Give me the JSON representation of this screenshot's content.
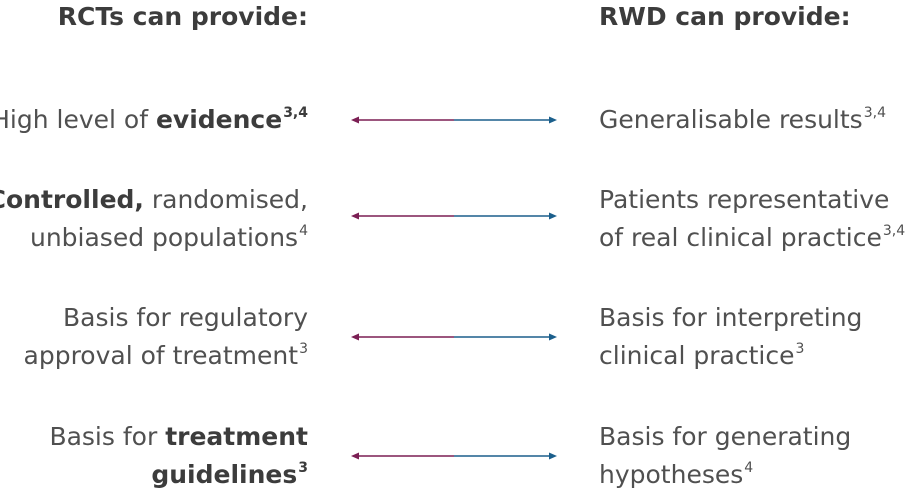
{
  "headings": {
    "left": "RCTs can provide:",
    "right": "RWD can provide:"
  },
  "colors": {
    "left_arrow": "#7b1f54",
    "right_arrow": "#1b5f8c",
    "text": "#505050",
    "heading": "#3c3c3c"
  },
  "rows": [
    {
      "left": {
        "line1_a": "High level of ",
        "line1_bold": "evidence",
        "line1_sup": "3,4"
      },
      "right": {
        "line1": "Generalisable results",
        "line1_sup": "3,4"
      }
    },
    {
      "left": {
        "line1_bold": "Controlled,",
        "line1_b": " randomised,",
        "line2": "unbiased populations",
        "line2_sup": "4"
      },
      "right": {
        "line1": "Patients representative",
        "line2": "of real clinical practice",
        "line2_sup": "3,4"
      }
    },
    {
      "left": {
        "line1": "Basis for regulatory",
        "line2": "approval of treatment",
        "line2_sup": "3"
      },
      "right": {
        "line1": "Basis for interpreting",
        "line2": "clinical practice",
        "line2_sup": "3"
      }
    },
    {
      "left": {
        "line1_a": "Basis for ",
        "line1_bold": "treatment",
        "line2_bold": "guidelines",
        "line2_sup": "3"
      },
      "right": {
        "line1": "Basis for generating",
        "line2": "hypotheses",
        "line2_sup": "4"
      }
    }
  ]
}
